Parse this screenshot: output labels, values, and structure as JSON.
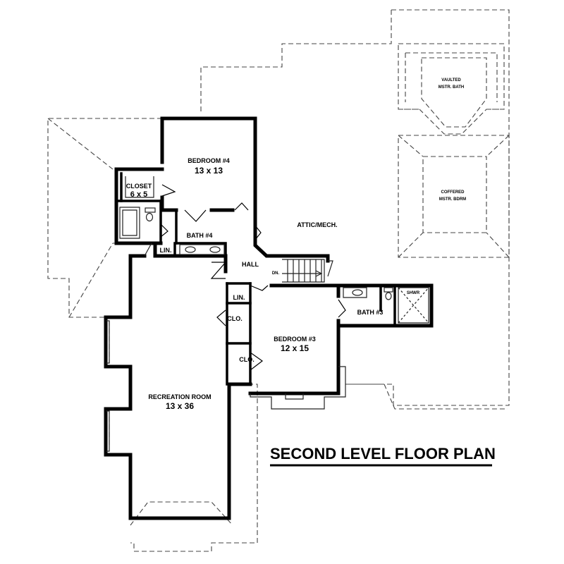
{
  "plan": {
    "title": "SECOND LEVEL FLOOR PLAN",
    "rooms": {
      "bedroom4": {
        "name": "BEDROOM #4",
        "size": "13 x 13"
      },
      "closet": {
        "name": "CLOSET",
        "size": "6 x 5"
      },
      "bath4": {
        "name": "BATH #4"
      },
      "lin1": {
        "name": "LIN."
      },
      "attic": {
        "name": "ATTIC/MECH."
      },
      "hall": {
        "name": "HALL"
      },
      "dn": {
        "name": "DN."
      },
      "lin2": {
        "name": "LIN."
      },
      "clo1": {
        "name": "CLO."
      },
      "clo2": {
        "name": "CLO."
      },
      "bedroom3": {
        "name": "BEDROOM #3",
        "size": "12 x 15"
      },
      "bath3": {
        "name": "BATH #3"
      },
      "shwr": {
        "name": "SHWR"
      },
      "recreation": {
        "name": "RECREATION ROOM",
        "size": "13 x 36"
      },
      "vaulted1": {
        "name": "VAULTED"
      },
      "vaulted2": {
        "name": "MSTR. BATH"
      },
      "coffered1": {
        "name": "COFFERED"
      },
      "coffered2": {
        "name": "MSTR. BDRM"
      }
    }
  }
}
